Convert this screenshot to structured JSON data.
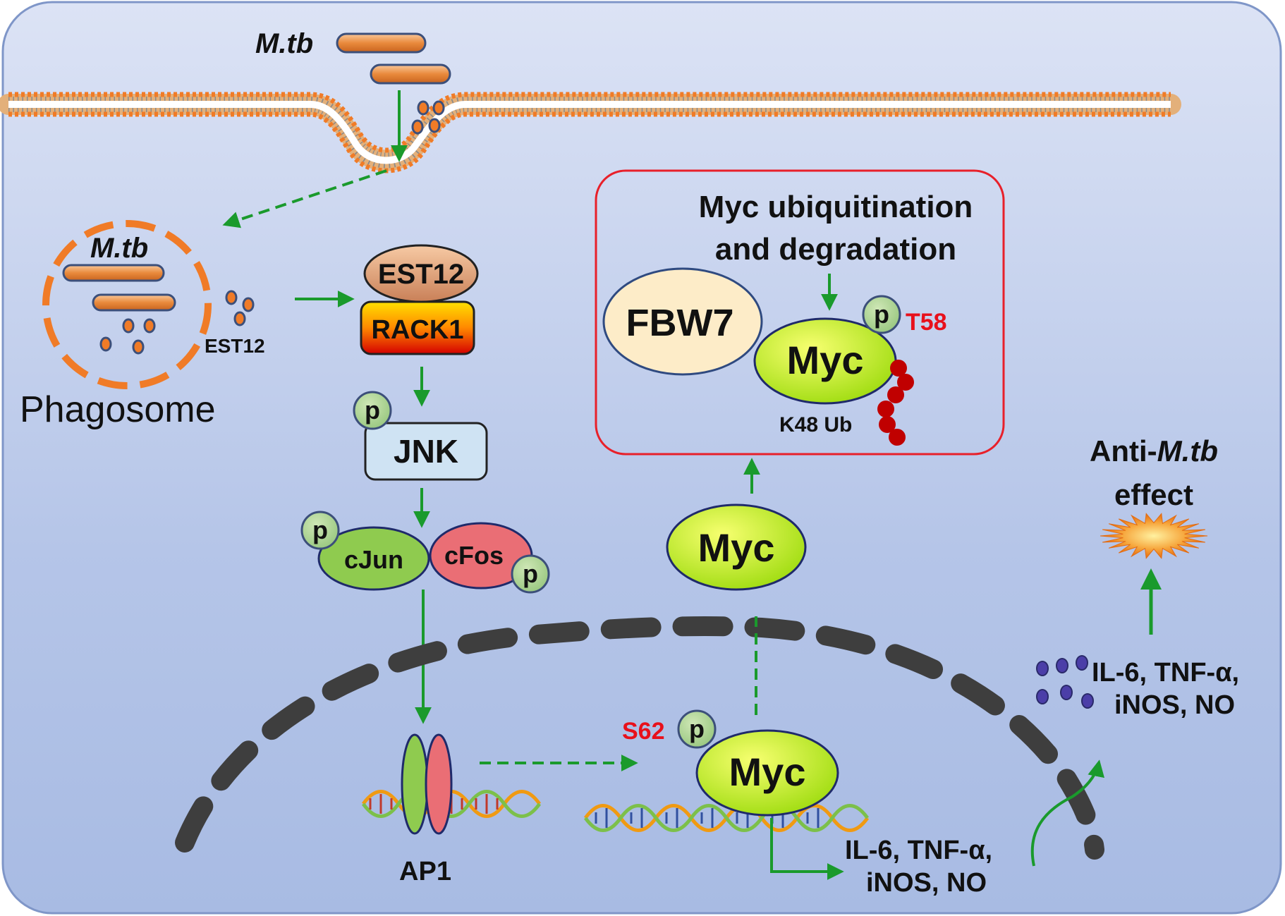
{
  "labels": {
    "mtb_outside": "M.tb",
    "mtb_phagosome": "M.tb",
    "phagosome": "Phagosome",
    "est12_secreted": "EST12",
    "est12": "EST12",
    "rack1": "RACK1",
    "p": "p",
    "jnk": "JNK",
    "cjun": "cJun",
    "cfos": "cFos",
    "ap1": "AP1",
    "s62": "S62",
    "myc": "Myc",
    "box_title_line1": "Myc ubiquitination",
    "box_title_line2": "and degradation",
    "fbw7": "FBW7",
    "t58": "T58",
    "k48_ub": "K48 Ub",
    "anti_prefix": "Anti-",
    "anti_italic": "M.tb",
    "anti_line2": "effect",
    "cytokines_line1": "IL-6, TNF-α,",
    "cytokines_line2": "iNOS, NO"
  },
  "colors": {
    "arrow": "#1a9a2c",
    "red_label": "#e8101b",
    "degradation_box": "#e8202a",
    "phagosome": "#f07b27",
    "myc_fill": "#b9ec16",
    "jnk_fill": "#cfe3f3",
    "cjun_fill": "#8fcb4f",
    "cfos_fill": "#ea6e75",
    "ub_dot": "#c00000",
    "cytokine_dot": "#4b3ea8"
  }
}
